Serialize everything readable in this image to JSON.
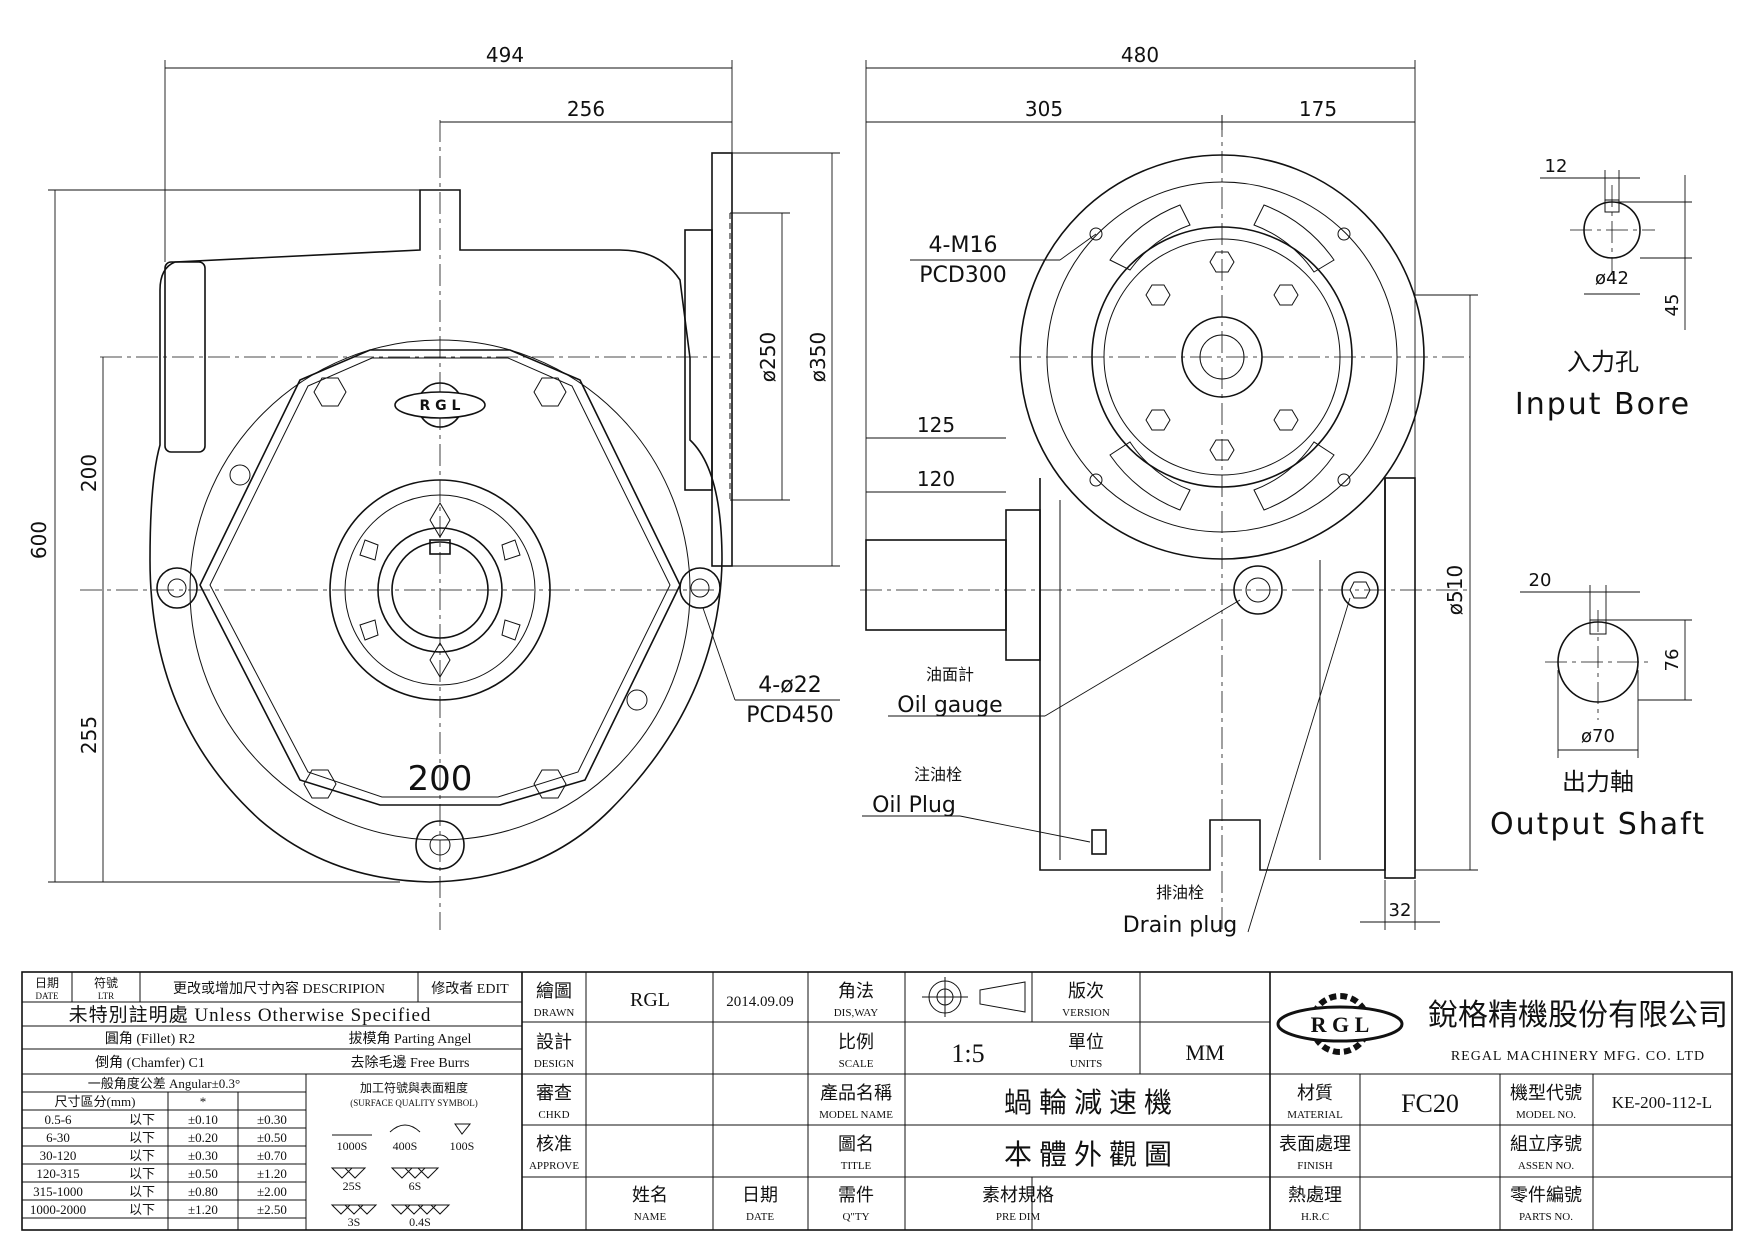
{
  "front_view": {
    "dims": {
      "width_total": "494",
      "width_to_center": "256",
      "height_total": "600",
      "upper_to_center": "200",
      "lower_from_center": "255",
      "flange_inner_dia": "ø250",
      "flange_outer_dia": "ø350"
    },
    "logo_text": "R G L",
    "size_label": "200",
    "hole_note": [
      "4-ø22",
      "PCD450"
    ]
  },
  "side_view": {
    "dims": {
      "width_total": "480",
      "left_part": "305",
      "right_part": "175",
      "shaft_outer": "125",
      "shaft_inner": "120",
      "body_dia": "ø510",
      "foot_thickness": "32"
    },
    "tap_note": [
      "4-M16",
      "PCD300"
    ],
    "callouts": {
      "oil_gauge_cn": "油面計",
      "oil_gauge_en": "Oil gauge",
      "oil_plug_cn": "注油栓",
      "oil_plug_en": "Oil Plug",
      "drain_plug_cn": "排油栓",
      "drain_plug_en": "Drain plug"
    }
  },
  "input_bore": {
    "key_width": "12",
    "dia": "ø42",
    "depth": "45",
    "title_cn": "入力孔",
    "title_en": "Input Bore"
  },
  "output_shaft": {
    "key_width": "20",
    "height": "76",
    "dia": "ø70",
    "title_cn": "出力軸",
    "title_en": "Output Shaft"
  },
  "title_block": {
    "rev_header": {
      "date_cn": "日期",
      "date_en": "DATE",
      "ltr_cn": "符號",
      "ltr_en": "LTR",
      "desc": "更改或增加尺寸內容 DESCRIPION",
      "edit": "修改者 EDIT"
    },
    "unless_specified": "未特別註明處 Unless Otherwise Specified",
    "fillet": "圓角 (Fillet) R2",
    "parting_angle": "拔模角 Parting Angel",
    "chamfer": "倒角 (Chamfer) C1",
    "free_burrs": "去除毛邊 Free Burrs",
    "angular_tol": "一般角度公差 Angular±0.3°",
    "size_range_header": "尺寸區分(mm)",
    "star": "*",
    "surface_header_cn": "加工符號與表面粗度",
    "surface_header_en": "(SURFACE QUALITY SYMBOL)",
    "tolerances": [
      {
        "range": "0.5-6",
        "below": "以下",
        "t1": "±0.10",
        "t2": "±0.30"
      },
      {
        "range": "6-30",
        "below": "以下",
        "t1": "±0.20",
        "t2": "±0.50"
      },
      {
        "range": "30-120",
        "below": "以下",
        "t1": "±0.30",
        "t2": "±0.70"
      },
      {
        "range": "120-315",
        "below": "以下",
        "t1": "±0.50",
        "t2": "±1.20"
      },
      {
        "range": "315-1000",
        "below": "以下",
        "t1": "±0.80",
        "t2": "±2.00"
      },
      {
        "range": "1000-2000",
        "below": "以下",
        "t1": "±1.20",
        "t2": "±2.50"
      }
    ],
    "surface_symbols": [
      "1000S",
      "400S",
      "100S",
      "25S",
      "6S",
      "3S",
      "0.4S"
    ],
    "drawn_cn": "繪圖",
    "drawn_en": "DRAWN",
    "drawn_value": "RGL",
    "drawn_date": "2014.09.09",
    "design_cn": "設計",
    "design_en": "DESIGN",
    "chkd_cn": "審查",
    "chkd_en": "CHKD",
    "approve_cn": "核准",
    "approve_en": "APPROVE",
    "name_cn": "姓名",
    "name_en": "NAME",
    "date_cn": "日期",
    "date_en": "DATE",
    "disway_cn": "角法",
    "disway_en": "DIS,WAY",
    "version_cn": "版次",
    "version_en": "VERSION",
    "scale_cn": "比例",
    "scale_en": "SCALE",
    "scale_value": "1:5",
    "units_cn": "單位",
    "units_en": "UNITS",
    "units_value": "MM",
    "model_name_cn": "產品名稱",
    "model_name_en": "MODEL NAME",
    "model_name_value": "蝸 輪 減 速 機",
    "title_cn": "圖名",
    "title_en": "TITLE",
    "title_value": "本 體 外 觀 圖",
    "qty_cn": "需件",
    "qty_en": "Q\"TY",
    "pre_dim_cn": "素材規格",
    "pre_dim_en": "PRE DIM",
    "material_cn": "材質",
    "material_en": "MATERIAL",
    "material_value": "FC20",
    "finish_cn": "表面處理",
    "finish_en": "FINISH",
    "hrc_cn": "熱處理",
    "hrc_en": "H.R.C",
    "model_no_cn": "機型代號",
    "model_no_en": "MODEL NO.",
    "model_no_value": "KE-200-112-L",
    "assen_cn": "組立序號",
    "assen_en": "ASSEN NO.",
    "parts_cn": "零件編號",
    "parts_en": "PARTS NO.",
    "company_cn": "銳格精機股份有限公司",
    "company_en": "REGAL MACHINERY MFG. CO. LTD",
    "logo_text": "R G L"
  }
}
